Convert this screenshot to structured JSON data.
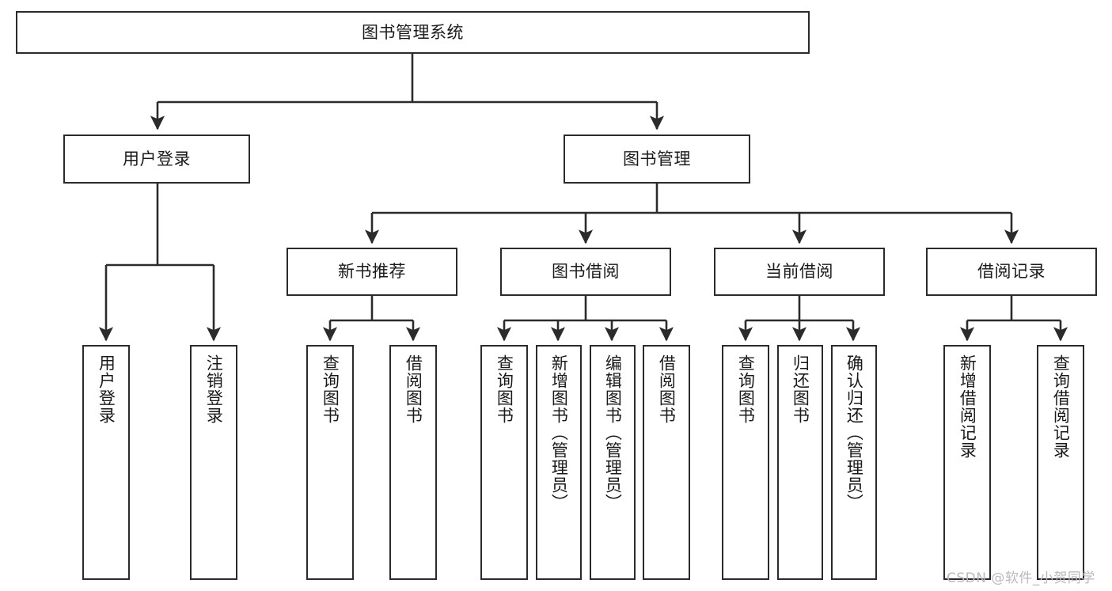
{
  "diagram": {
    "title": "图书管理系统",
    "watermark": "CSDN @软件_小贺同学",
    "stroke_color": "#2b2b2b",
    "fill_color": "#ffffff",
    "text_color": "#1a1a1a",
    "watermark_color": "#b9b9b9"
  },
  "nodes": {
    "root": {
      "label": "图书管理系统"
    },
    "user_login": {
      "label": "用户登录"
    },
    "book_manage": {
      "label": "图书管理"
    },
    "new_book_rec": {
      "label": "新书推荐"
    },
    "book_borrow": {
      "label": "图书借阅"
    },
    "current_borrow": {
      "label": "当前借阅"
    },
    "borrow_record": {
      "label": "借阅记录"
    },
    "leaf_user_login": {
      "label": "用户登录"
    },
    "leaf_logout": {
      "label": "注销登录"
    },
    "leaf_query_book_1": {
      "label": "查询图书"
    },
    "leaf_borrow_book_1": {
      "label": "借阅图书"
    },
    "leaf_query_book_2": {
      "label": "查询图书"
    },
    "leaf_add_book": {
      "label": "新增图书（管理员）"
    },
    "leaf_edit_book": {
      "label": "编辑图书（管理员）"
    },
    "leaf_borrow_book_2": {
      "label": "借阅图书"
    },
    "leaf_query_book_3": {
      "label": "查询图书"
    },
    "leaf_return_book": {
      "label": "归还图书"
    },
    "leaf_confirm_return": {
      "label": "确认归还（管理员）"
    },
    "leaf_add_record": {
      "label": "新增借阅记录"
    },
    "leaf_query_record": {
      "label": "查询借阅记录"
    }
  },
  "chart_data": {
    "type": "tree",
    "title": "图书管理系统",
    "orientation": "top-down",
    "levels": 4,
    "tree": {
      "label": "图书管理系统",
      "children": [
        {
          "label": "用户登录",
          "children": [
            {
              "label": "用户登录"
            },
            {
              "label": "注销登录"
            }
          ]
        },
        {
          "label": "图书管理",
          "children": [
            {
              "label": "新书推荐",
              "children": [
                {
                  "label": "查询图书"
                },
                {
                  "label": "借阅图书"
                }
              ]
            },
            {
              "label": "图书借阅",
              "children": [
                {
                  "label": "查询图书"
                },
                {
                  "label": "新增图书（管理员）"
                },
                {
                  "label": "编辑图书（管理员）"
                },
                {
                  "label": "借阅图书"
                }
              ]
            },
            {
              "label": "当前借阅",
              "children": [
                {
                  "label": "查询图书"
                },
                {
                  "label": "归还图书"
                },
                {
                  "label": "确认归还（管理员）"
                }
              ]
            },
            {
              "label": "借阅记录",
              "children": [
                {
                  "label": "新增借阅记录"
                },
                {
                  "label": "查询借阅记录"
                }
              ]
            }
          ]
        }
      ]
    }
  }
}
